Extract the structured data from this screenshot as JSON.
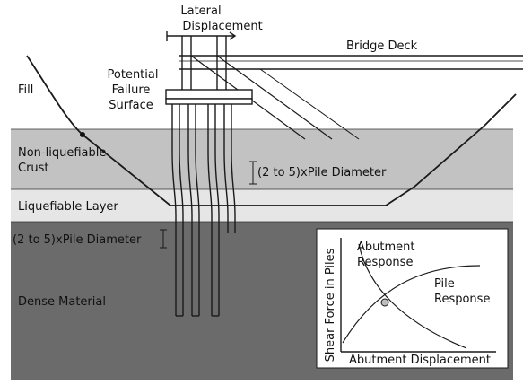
{
  "labels": {
    "lateral_displacement_line1": "Lateral",
    "lateral_displacement_line2": "Displacement",
    "bridge_deck": "Bridge Deck",
    "fill": "Fill",
    "failure_surface_line1": "Potential",
    "failure_surface_line2": "Failure",
    "failure_surface_line3": "Surface",
    "crust_line1": "Non-liquefiable",
    "crust_line2": "Crust",
    "crust_thickness": "(2 to 5)xPile Diameter",
    "liquefiable_layer": "Liquefiable Layer",
    "embedment_depth": "(2 to 5)xPile Diameter",
    "dense_material": "Dense Material"
  },
  "inset": {
    "abutment_response_line1": "Abutment",
    "abutment_response_line2": "Response",
    "pile_response_line1": "Pile",
    "pile_response_line2": "Response",
    "y_axis_label": "Shear Force in Piles",
    "x_axis_label": "Abutment Displacement"
  },
  "colors": {
    "fill_layer": "#ffffff",
    "crust_layer": "#c2c2c2",
    "liquefiable_layer": "#e6e6e6",
    "dense_layer": "#6b6b6b",
    "lines": "#1a1a1a"
  }
}
